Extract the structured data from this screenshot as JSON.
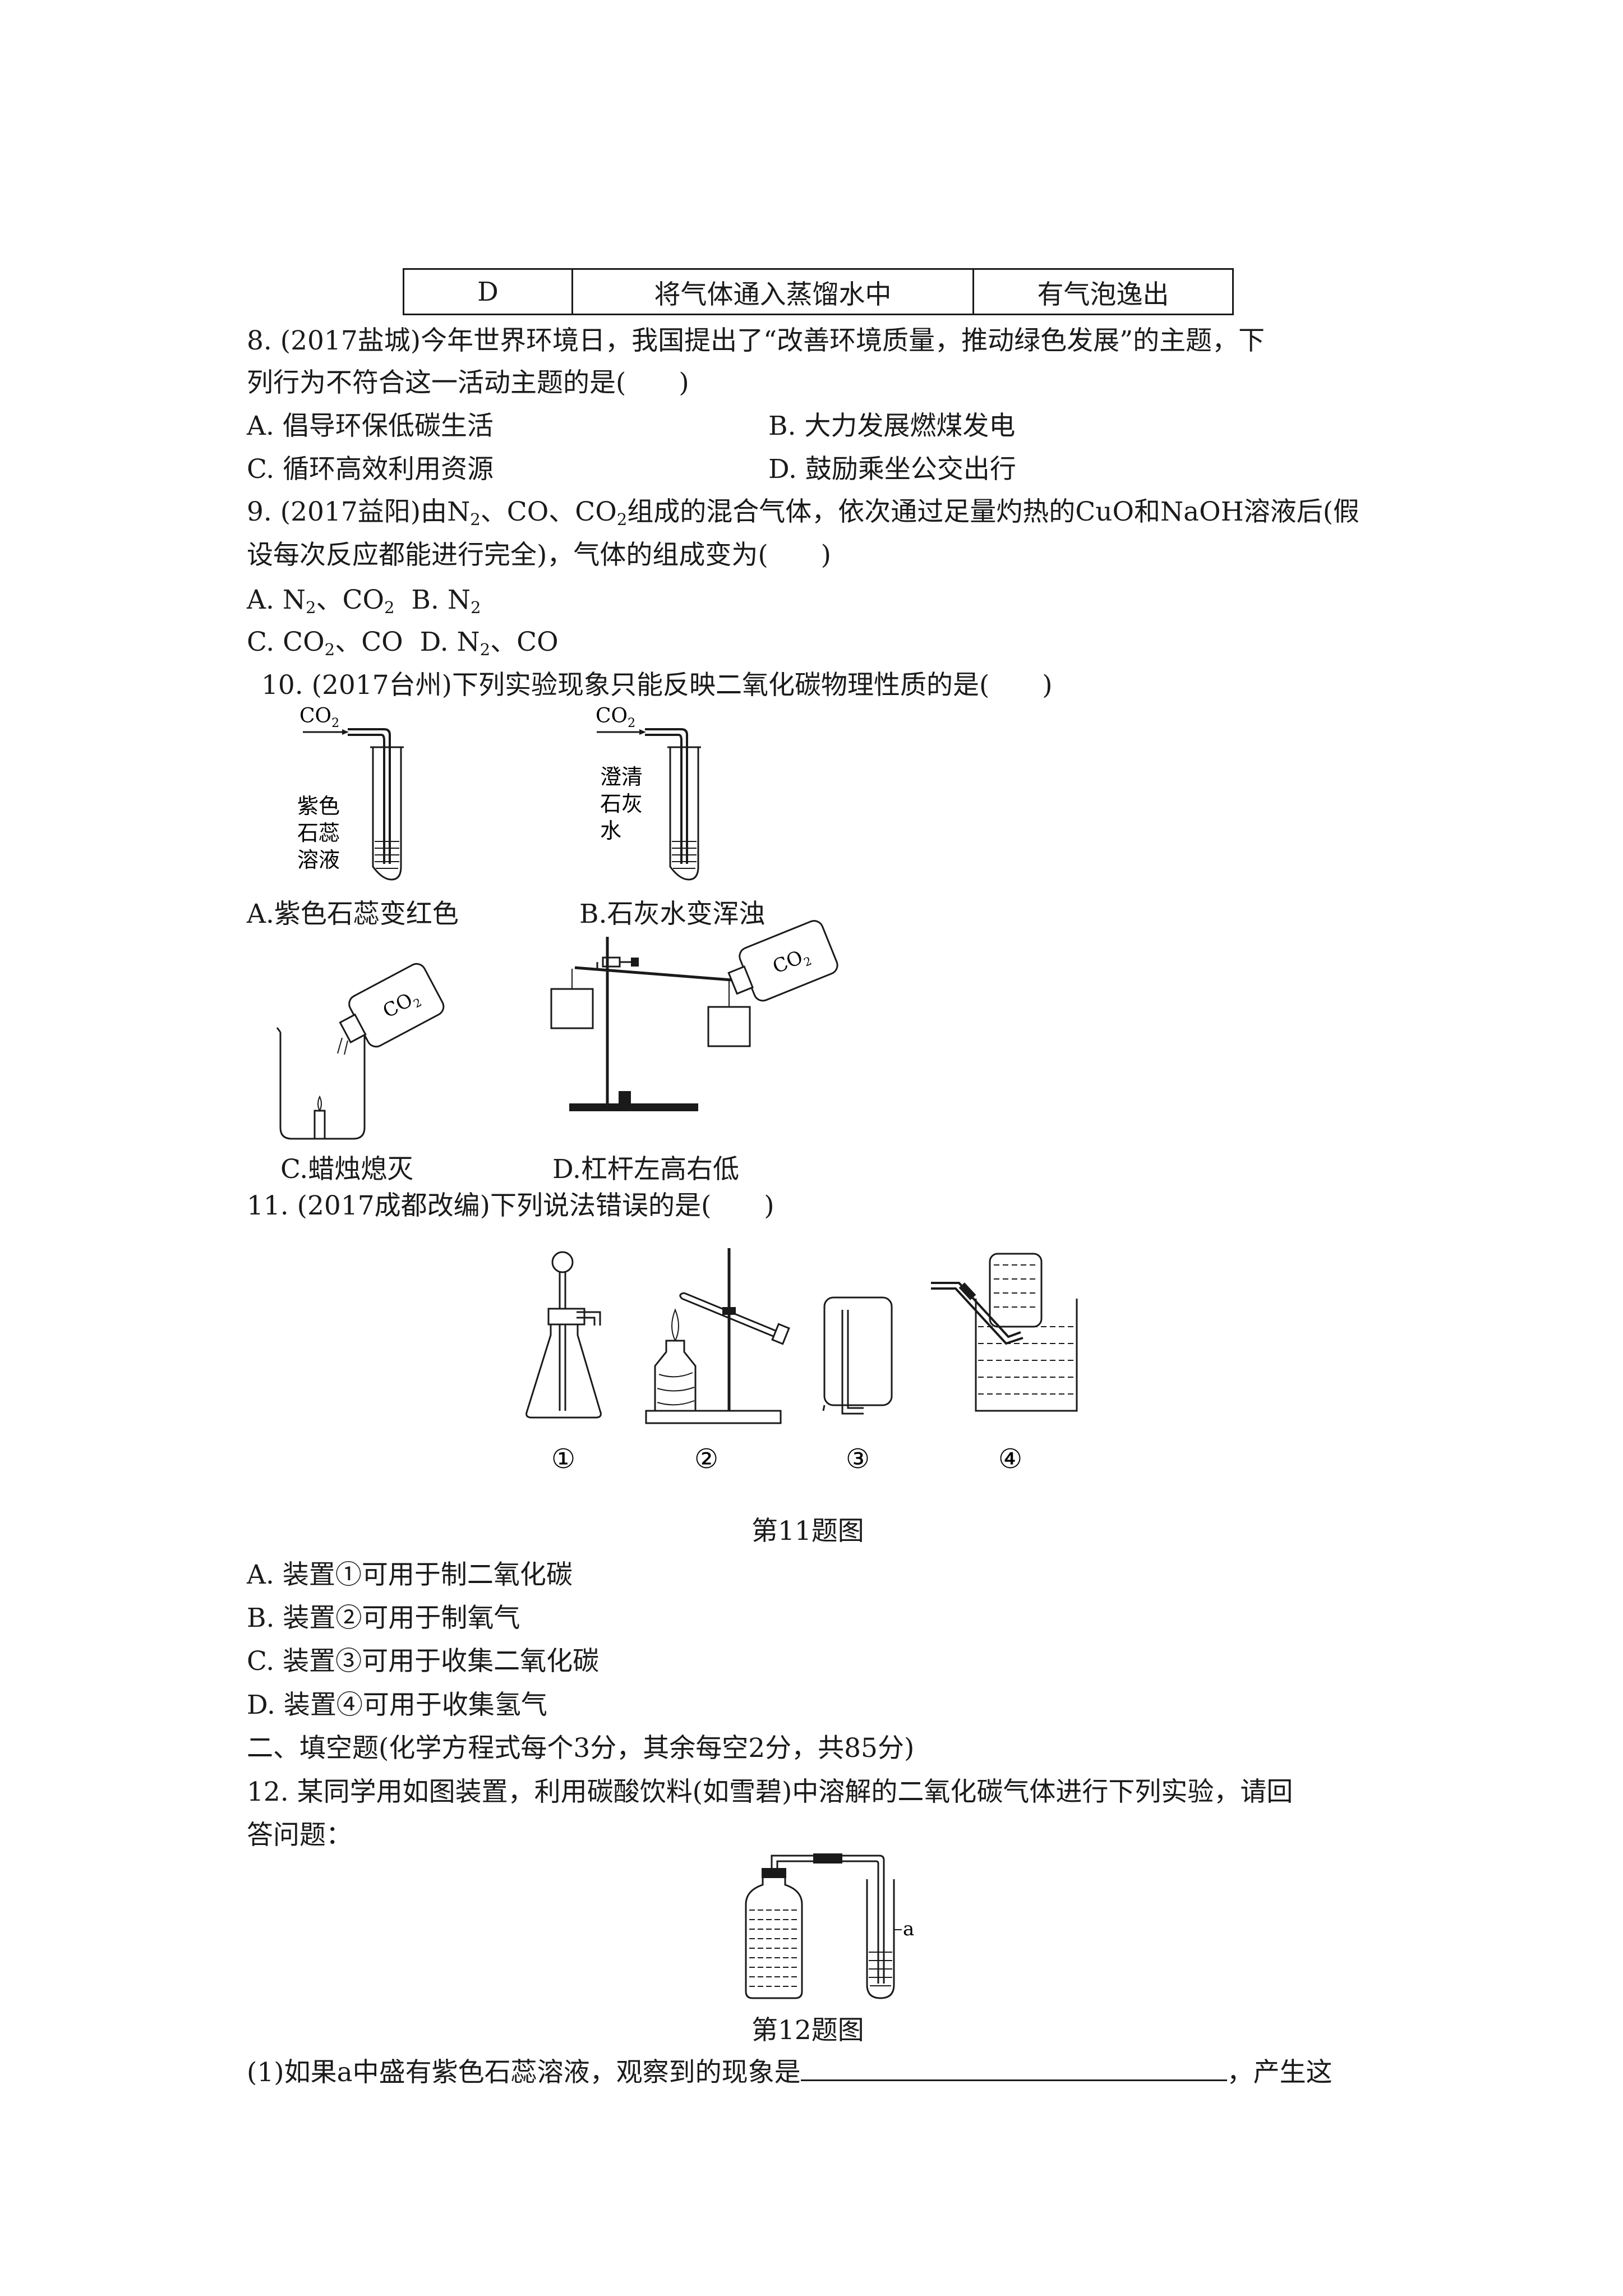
{
  "table_row": {
    "option": "D",
    "method": "将气体通入蒸馏水中",
    "phenomenon": "有气泡逸出"
  },
  "q8": {
    "stem_line1": "8. (2017盐城)今年世界环境日，我国提出了“改善环境质量，推动绿色发展”的主题，下",
    "stem_line2": "列行为不符合这一活动主题的是(　　)",
    "options": [
      "A. 倡导环保低碳生活",
      "B. 大力发展燃煤发电",
      "C. 循环高效利用资源",
      "D. 鼓励乘坐公交出行"
    ]
  },
  "q9": {
    "stem_line1_a": "9. (2017益阳)由N",
    "stem_line1_b": "、CO、CO",
    "stem_line1_c": "组成的混合气体，依次通过足量灼热的CuO和NaOH溶液后(假",
    "stem_line2": "设每次反应都能进行完全)，气体的组成变为(　　)",
    "sub2": "2",
    "option_a_1": "A. N",
    "option_a_2": "、CO",
    "option_b_1": "  B. N",
    "option_c_1": "C. CO",
    "option_c_2": "、CO  D. N",
    "option_c_3": "、CO"
  },
  "q10": {
    "stem": "10. (2017台州)下列实验现象只能反映二氧化碳物理性质的是(　　)",
    "gas_label": "CO",
    "gas_sub": "2",
    "liquid_a": [
      "紫色",
      "石蕊",
      "溶液"
    ],
    "liquid_b": [
      "澄清",
      "石灰",
      "水"
    ],
    "options": [
      "A.紫色石蕊变红色",
      "B.石灰水变浑浊",
      "C.蜡烛熄灭",
      "D.杠杆左高右低"
    ]
  },
  "q11": {
    "stem": "11. (2017成都改编)下列说法错误的是(　　)",
    "device_labels": [
      "①",
      "②",
      "③",
      "④"
    ],
    "caption": "第11题图",
    "options": [
      "A. 装置①可用于制二氧化碳",
      "B. 装置②可用于制氧气",
      "C. 装置③可用于收集二氧化碳",
      "D. 装置④可用于收集氢气"
    ]
  },
  "section2": {
    "heading": "二、填空题(化学方程式每个3分，其余每空2分，共85分)"
  },
  "q12": {
    "stem_line1": "12. 某同学用如图装置，利用碳酸饮料(如雪碧)中溶解的二氧化碳气体进行下列实验，请回",
    "stem_line2": "答问题：",
    "label_a": "a",
    "caption": "第12题图",
    "part1_a": "(1)如果a中盛有紫色石蕊溶液，观察到的现象是",
    "part1_b": "，产生这"
  }
}
